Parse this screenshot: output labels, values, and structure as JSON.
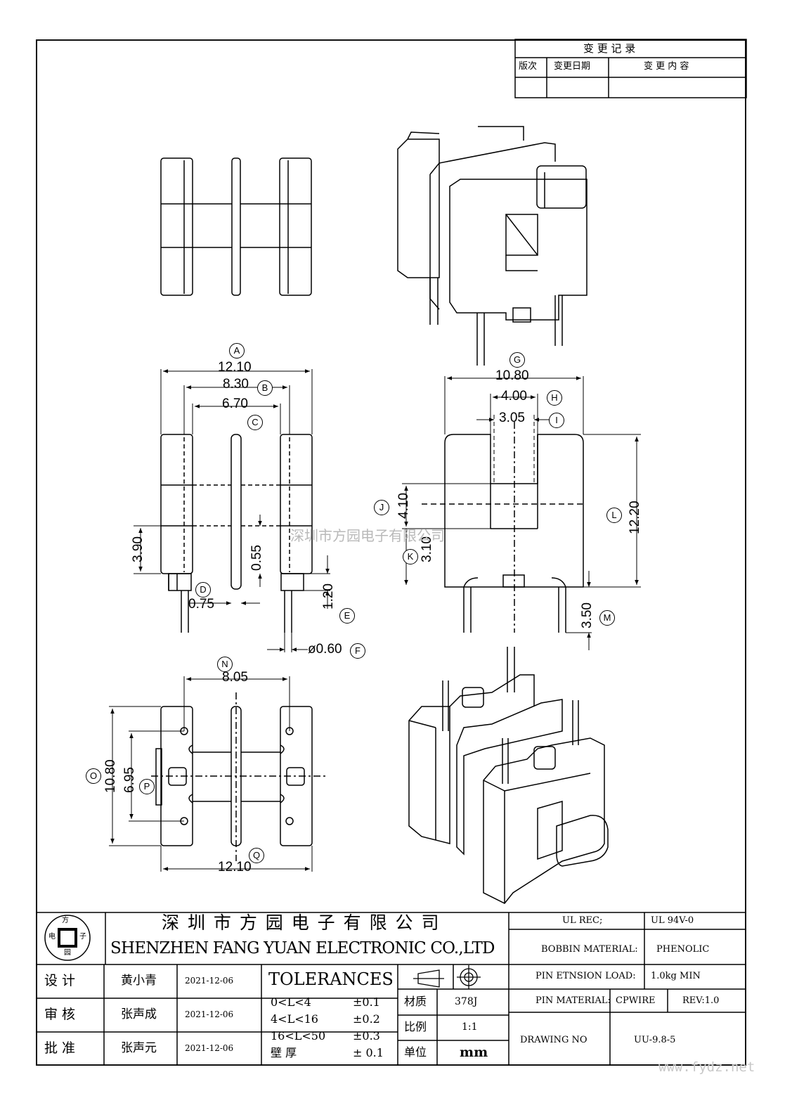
{
  "revision_table": {
    "title": "变 更 记 录",
    "col_version": "版次",
    "col_date": "变更日期",
    "col_content": "变 更 内 容"
  },
  "dimensions": {
    "A": "12.10",
    "B": "8.30",
    "C": "6.70",
    "D": "0.75",
    "E": "1.20",
    "F": "ø0.60",
    "G": "10.80",
    "H": "4.00",
    "I": "3.05",
    "J": "4.10",
    "K": "3.10",
    "L": "12.20",
    "M": "3.50",
    "N": "8.05",
    "O": "10.80",
    "P": "6.95",
    "Q": "12.10",
    "h390": "3.90",
    "h055": "0.55"
  },
  "balloons": {
    "A": "A",
    "B": "B",
    "C": "C",
    "D": "D",
    "E": "E",
    "F": "F",
    "G": "G",
    "H": "H",
    "I": "I",
    "J": "J",
    "K": "K",
    "L": "L",
    "M": "M",
    "N": "N",
    "O": "O",
    "P": "P",
    "Q": "Q"
  },
  "watermark": "深圳市方园电子有限公司",
  "title_block": {
    "logo_chars": {
      "top": "方",
      "left": "电",
      "right": "子",
      "bottom": "园"
    },
    "company_cn": "深 圳 市 方 园 电 子 有 限 公 司",
    "company_en": "SHENZHEN FANG YUAN ELECTRONIC CO.,LTD",
    "design_label": "设 计",
    "design_name": "黄小青",
    "design_date": "2021-12-06",
    "review_label": "审 核",
    "review_name": "张声成",
    "review_date": "2021-12-06",
    "approve_label": "批 准",
    "approve_name": "张声元",
    "approve_date": "2021-12-06",
    "tolerances_title": "TOLERANCES",
    "tol_rows": [
      {
        "range": "0<L<4",
        "value": "±0.1"
      },
      {
        "range": "4<L<16",
        "value": "±0.2"
      },
      {
        "range": "16<L<50",
        "value": "±0.3"
      },
      {
        "range": "壁   厚",
        "value": "±  0.1"
      }
    ],
    "material_label": "材质",
    "material_value": "378J",
    "scale_label": "比例",
    "scale_value": "1:1",
    "unit_label": "单位",
    "unit_value": "mm",
    "ul_rec_label": "UL REC;",
    "ul_rec_value": "UL  94V-0",
    "bobbin_label": "BOBBIN MATERIAL:",
    "bobbin_value": "PHENOLIC",
    "pin_load_label": "PIN ETNSION LOAD:",
    "pin_load_value": "1.0kg MIN",
    "pin_material_label": "PIN MATERIAL:",
    "pin_material_value": "CPWIRE",
    "rev": "REV:1.0",
    "drawing_no_label": "DRAWING NO",
    "drawing_no_value": "UU-9.8-5"
  },
  "website": "www.fydz.net"
}
